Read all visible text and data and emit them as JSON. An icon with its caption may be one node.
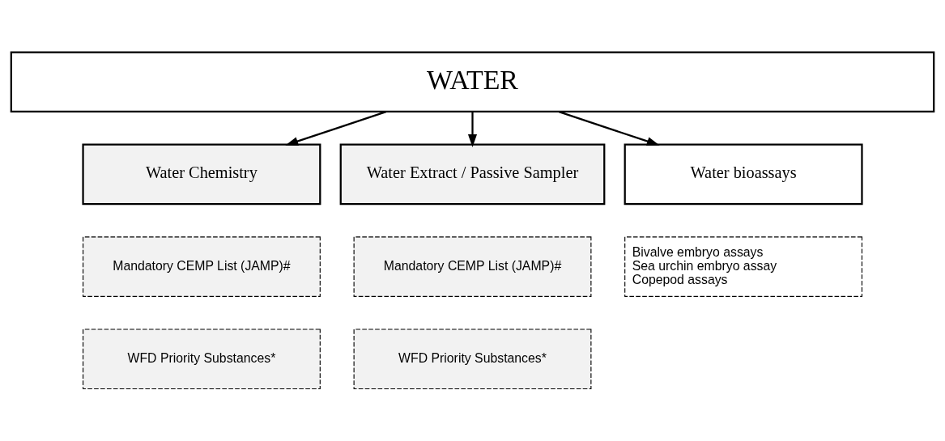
{
  "diagram": {
    "nodes": [
      {
        "text": [
          "WATER"
        ]
      },
      {
        "text": [
          "Water Chemistry"
        ]
      },
      {
        "text": [
          "Water Extract / Passive Sampler"
        ]
      },
      {
        "text": [
          "Water bioassays"
        ]
      },
      {
        "text": [
          "Mandatory CEMP List (JAMP)#"
        ]
      },
      {
        "text": [
          "WFD Priority Substances*"
        ]
      },
      {
        "text": [
          "Mandatory CEMP List (JAMP)#"
        ]
      },
      {
        "text": [
          "WFD Priority Substances*"
        ]
      },
      {
        "text": [
          "Bivalve embryo assays",
          "Sea urchin embryo assay",
          "Copepod assays"
        ]
      }
    ],
    "edges": [
      {
        "from": 0,
        "to": 1,
        "arrow": "to"
      },
      {
        "from": 0,
        "to": 2,
        "arrow": "to"
      },
      {
        "from": 0,
        "to": 3,
        "arrow": "to"
      }
    ]
  }
}
